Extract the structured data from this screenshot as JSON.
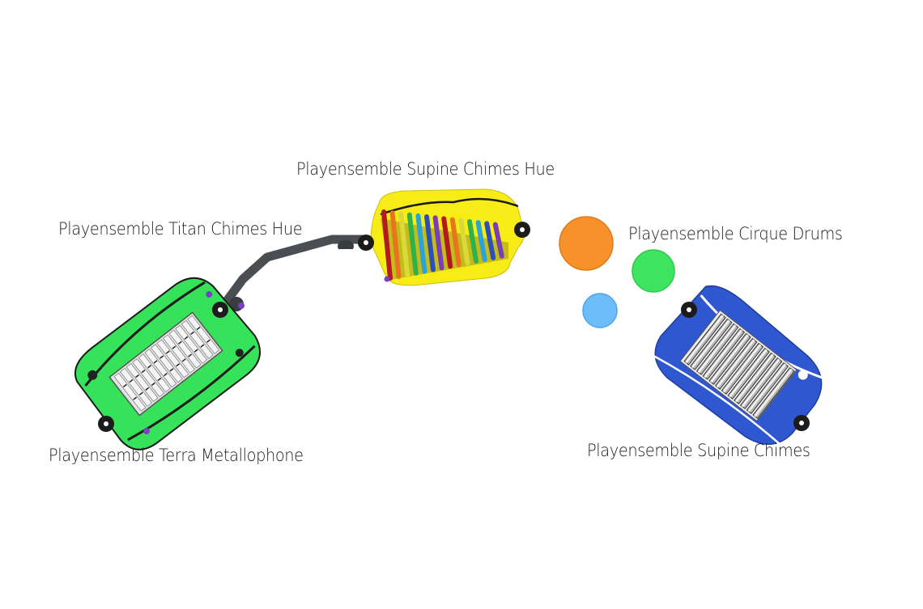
{
  "labels": {
    "supine_chimes_hue": "Playensemble Supine Chimes Hue",
    "titan_chimes_hue": "Playensemble Titan Chimes Hue",
    "cirque_drums": "Playensemble Cirque Drums",
    "terra_metallophone": "Playensemble Terra Metallophone",
    "supine_chimes": "Playensemble Supine Chimes"
  },
  "colors": {
    "background": "#ffffff",
    "yellow_panel": "#f7ec16",
    "green_panel": "#35e25a",
    "blue_panel": "#2f57d0",
    "post": "#1c1c1c",
    "rail": "#4a4e52",
    "drum_orange": "#f7922a",
    "drum_green": "#3ee460",
    "drum_blue": "#6cbdf8",
    "accent_purple": "#7a3fc4",
    "bar_silver": "#d9d9d9",
    "chime_bars": [
      "#b3191e",
      "#e8741f",
      "#d9d93a",
      "#2fb24b",
      "#2aa3d9",
      "#2c4fb8",
      "#7b3fb5"
    ]
  },
  "scene": {
    "chime_bar_count": 14,
    "metallophone_bar_count": 13,
    "supine_bar_count": 12,
    "drum_count": 3
  }
}
